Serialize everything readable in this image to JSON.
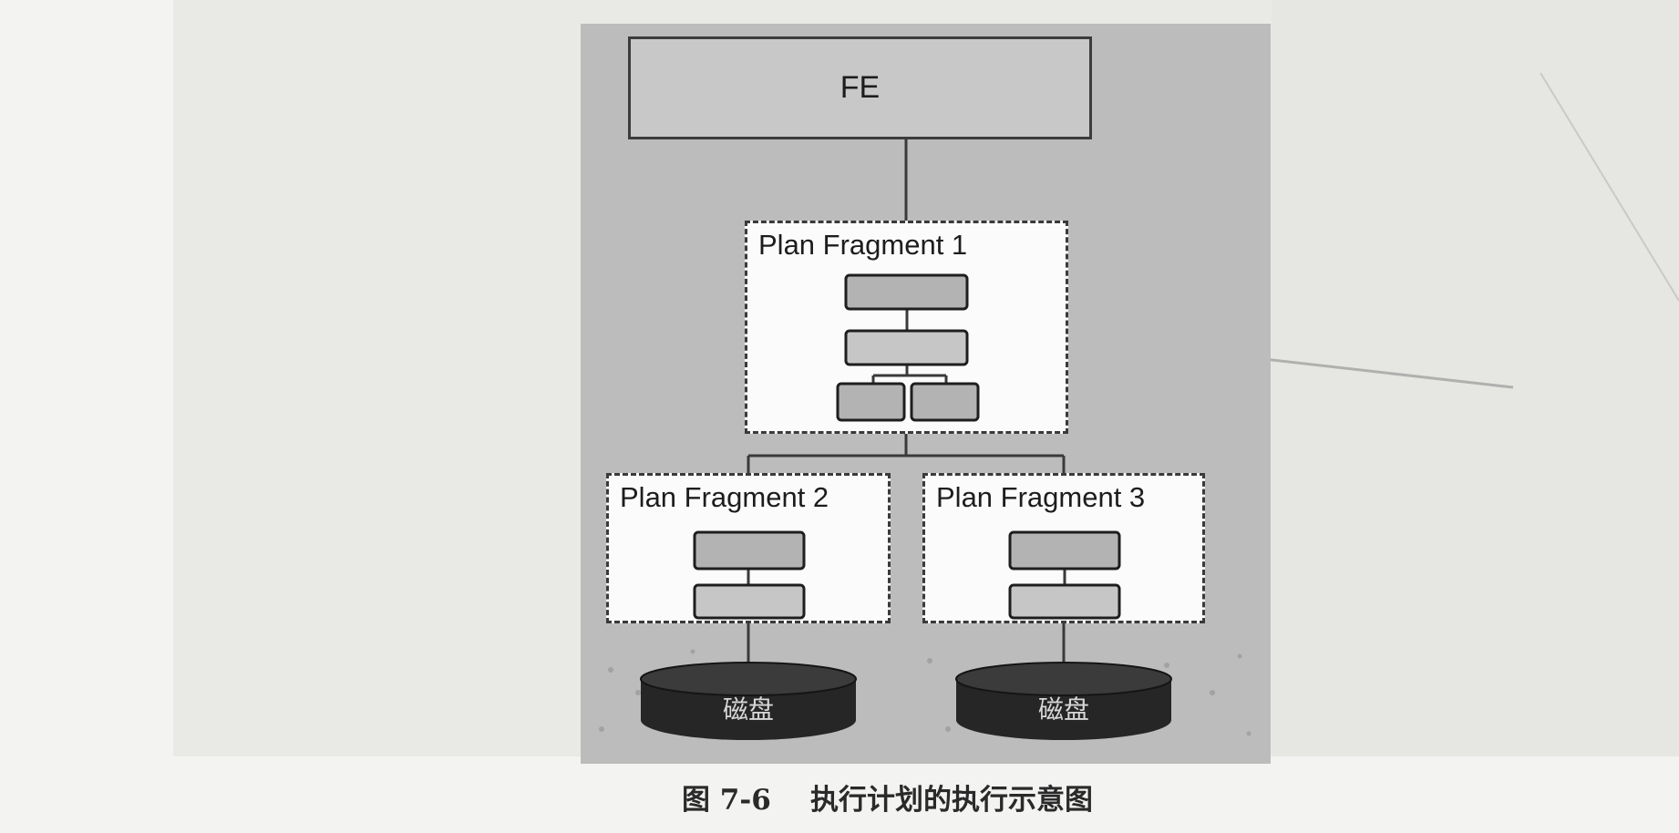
{
  "diagram": {
    "fe_label": "FE",
    "fragments": [
      {
        "label": "Plan Fragment 1"
      },
      {
        "label": "Plan Fragment 2"
      },
      {
        "label": "Plan Fragment 3"
      }
    ],
    "disks": [
      {
        "label": "磁盘"
      },
      {
        "label": "磁盘"
      }
    ],
    "caption_number": "图 7-6",
    "caption_text": "执行计划的执行示意图"
  },
  "colors": {
    "panel": "#bcbcbc",
    "fe_fill": "#c8c8c8",
    "fragment_fill": "#fbfbfb",
    "operator_fill": "#b9b9b9",
    "disk_fill": "#262626",
    "line": "#3a3a3a"
  }
}
